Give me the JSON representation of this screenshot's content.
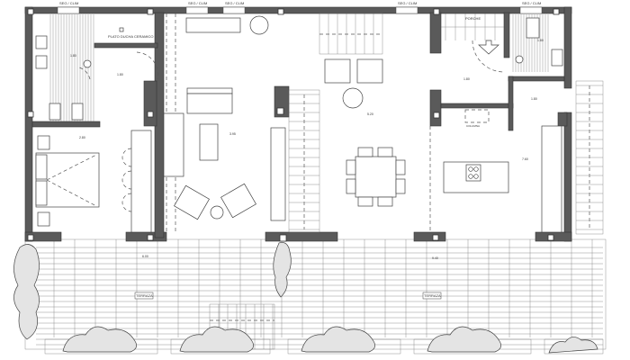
{
  "plan": {
    "window_label": "SEG / CLIM",
    "rooms": {
      "shower": "PLATO DUCHA CERAMICO",
      "porch": "PORCHE",
      "terrace_left": "TERRAZA",
      "terrace_right": "TERRAZA",
      "column": "COLUMNA"
    },
    "dimensions": {
      "bath": "1.80",
      "hall": "1.80",
      "bedroom": "2.80",
      "living": "3.95",
      "dining": "5.20",
      "entry": "1.80",
      "storage": "1.80",
      "kitchen": "7.60",
      "terrace_left": "6.00",
      "terrace_right": "9.40"
    }
  }
}
